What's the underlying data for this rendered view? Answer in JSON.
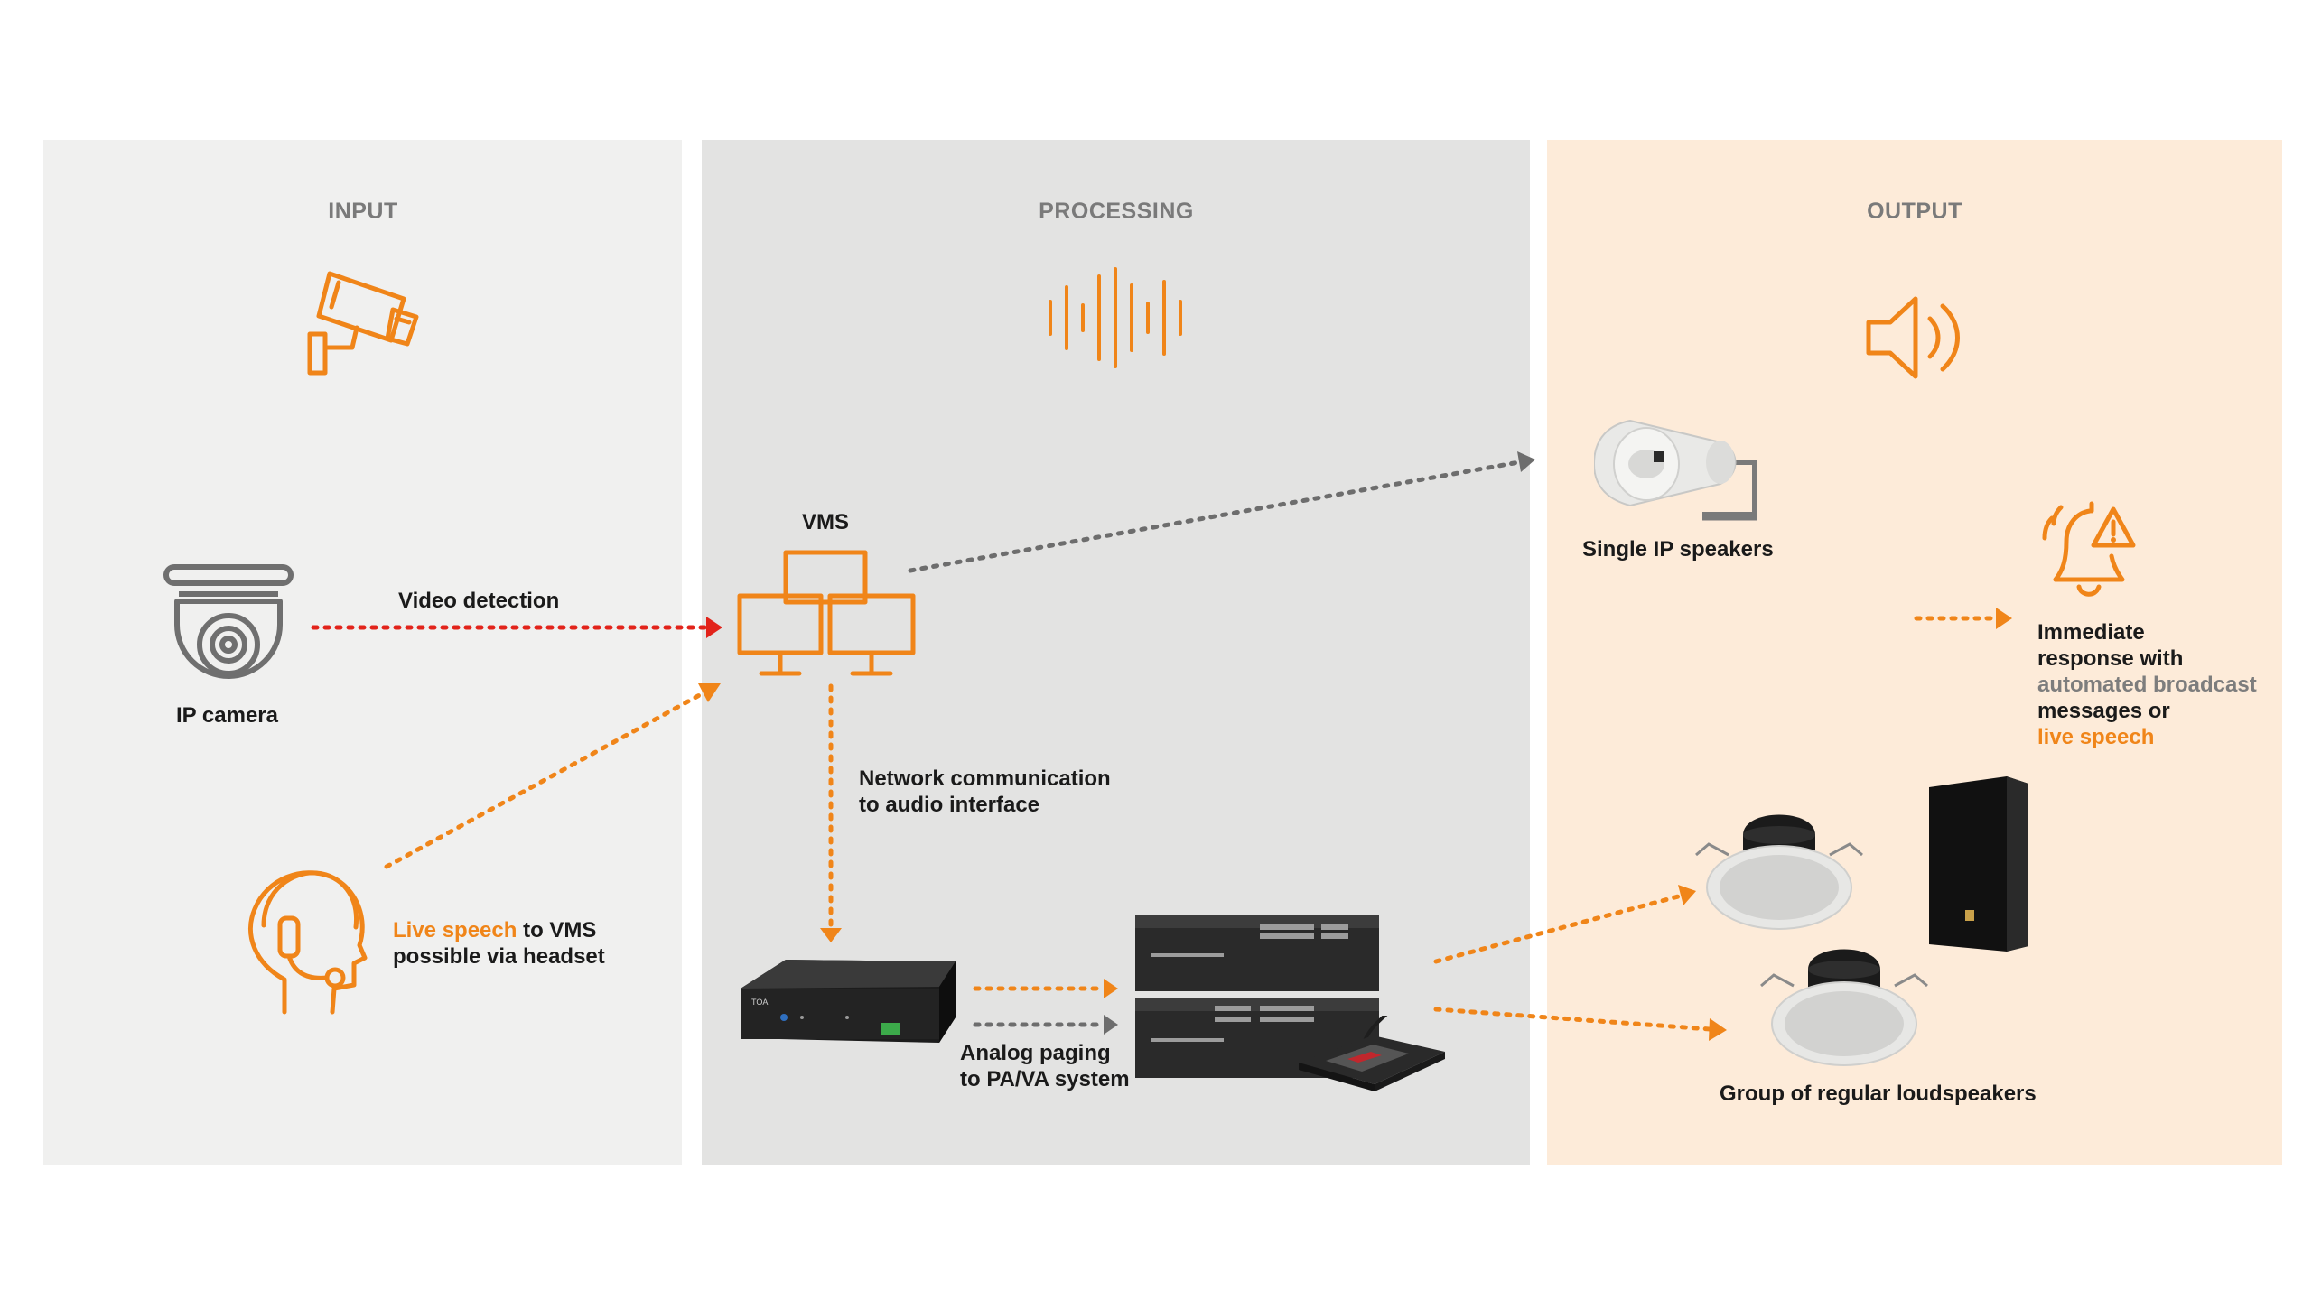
{
  "colors": {
    "accent": "#f08519",
    "alert_red": "#e2231a",
    "connector_grey": "#6d6d6d",
    "icon_grey": "#6f6f6f"
  },
  "columns": {
    "input": "INPUT",
    "processing": "PROCESSING",
    "output": "OUTPUT"
  },
  "nodes": {
    "ip_camera": "IP camera",
    "vms": "VMS",
    "video_detection": "Video detection",
    "live_speech_line1_highlight": "Live speech",
    "live_speech_line1_rest": " to VMS",
    "live_speech_line2": "possible via headset",
    "network_line1": "Network communication",
    "network_line2": "to audio interface",
    "analog_line1": "Analog paging",
    "analog_line2": "to PA/VA system",
    "single_ip_speakers": "Single IP speakers",
    "group_loudspeakers": "Group of regular loudspeakers",
    "response_line1": "Immediate",
    "response_line2": "response with",
    "response_line3": "automated broadcast",
    "response_line4": "messages or",
    "response_line5": "live speech"
  },
  "icons": [
    "security-camera-icon",
    "sound-wave-icon",
    "speaker-volume-icon",
    "dome-camera-icon",
    "vms-monitors-icon",
    "headset-operator-icon",
    "alert-bell-icon"
  ],
  "devices": [
    "audio-interface-box",
    "pa-va-rack-system",
    "paging-microphone",
    "horn-ip-speaker",
    "ceiling-speaker",
    "wall-speaker"
  ]
}
